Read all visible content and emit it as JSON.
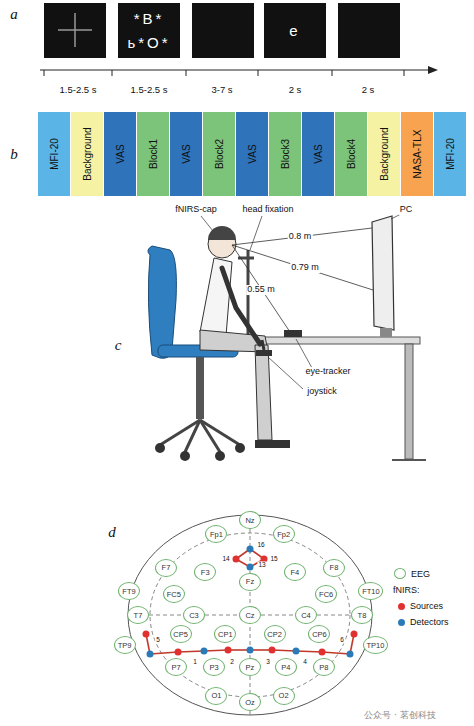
{
  "diagram": {
    "nodes": [
      {
        "text": [
          "*B*",
          "ь*O*"
        ]
      },
      {
        "text": [
          "e"
        ]
      },
      {
        "text": [
          "MFI-20"
        ]
      },
      {
        "text": [
          "Background"
        ]
      },
      {
        "text": [
          "VAS"
        ]
      },
      {
        "text": [
          "Block1"
        ]
      },
      {
        "text": [
          "VAS"
        ]
      },
      {
        "text": [
          "Block2"
        ]
      },
      {
        "text": [
          "VAS"
        ]
      },
      {
        "text": [
          "Block3"
        ]
      },
      {
        "text": [
          "VAS"
        ]
      },
      {
        "text": [
          "Block4"
        ]
      },
      {
        "text": [
          "Background"
        ]
      },
      {
        "text": [
          "NASA-TLX"
        ]
      },
      {
        "text": [
          "MFI-20"
        ]
      },
      {
        "text": [
          "Nz"
        ]
      },
      {
        "text": [
          "Fp1"
        ]
      },
      {
        "text": [
          "Fp2"
        ]
      },
      {
        "text": [
          "F7"
        ]
      },
      {
        "text": [
          "F3"
        ]
      },
      {
        "text": [
          "Fz"
        ]
      },
      {
        "text": [
          "F4"
        ]
      },
      {
        "text": [
          "F8"
        ]
      },
      {
        "text": [
          "FT9"
        ]
      },
      {
        "text": [
          "FC5"
        ]
      },
      {
        "text": [
          "FC6"
        ]
      },
      {
        "text": [
          "FT10"
        ]
      },
      {
        "text": [
          "T7"
        ]
      },
      {
        "text": [
          "C3"
        ]
      },
      {
        "text": [
          "Cz"
        ]
      },
      {
        "text": [
          "C4"
        ]
      },
      {
        "text": [
          "T8"
        ]
      },
      {
        "text": [
          "TP9"
        ]
      },
      {
        "text": [
          "CP5"
        ]
      },
      {
        "text": [
          "CP1"
        ]
      },
      {
        "text": [
          "CP2"
        ]
      },
      {
        "text": [
          "CP6"
        ]
      },
      {
        "text": [
          "TP10"
        ]
      },
      {
        "text": [
          "P7"
        ]
      },
      {
        "text": [
          "P3"
        ]
      },
      {
        "text": [
          "Pz"
        ]
      },
      {
        "text": [
          "P4"
        ]
      },
      {
        "text": [
          "P8"
        ]
      },
      {
        "text": [
          "O1"
        ]
      },
      {
        "text": [
          "Oz"
        ]
      },
      {
        "text": [
          "O2"
        ]
      }
    ],
    "labels": [
      "a",
      "1.5-2.5 s",
      "1.5-2.5 s",
      "3-7 s",
      "2 s",
      "2 s",
      "b",
      "c",
      "fNIRS-cap",
      "head fixation",
      "PC",
      "0.8 m",
      "0.79 m",
      "0.55 m",
      "eye-tracker",
      "joystick",
      "d",
      "16",
      "14",
      "15",
      "13",
      "5",
      "1",
      "2",
      "3",
      "4",
      "6",
      "fNIRS:",
      "公众号 · 茗创科技"
    ],
    "legend": [
      {
        "text": "EEG"
      },
      {
        "text": "Sources",
        "color": "#e03030"
      },
      {
        "text": "Detectors",
        "color": "#2a7ab8"
      }
    ]
  }
}
